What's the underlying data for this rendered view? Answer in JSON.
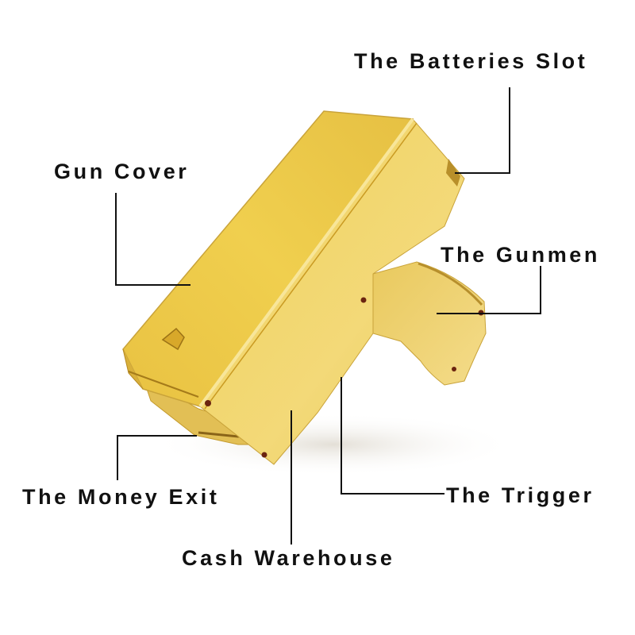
{
  "diagram": {
    "subject": "Gold money gun (cash spray gun)",
    "colors": {
      "background": "#ffffff",
      "gold_light": "#f3d56a",
      "gold_mid": "#e5be3c",
      "gold_dark": "#c99a22",
      "line": "#111111",
      "text": "#111111"
    },
    "labels": [
      {
        "id": "batteries-slot",
        "text": "The Batteries Slot"
      },
      {
        "id": "gun-cover",
        "text": "Gun Cover"
      },
      {
        "id": "gunmen",
        "text": "The Gunmen"
      },
      {
        "id": "money-exit",
        "text": "The Money Exit"
      },
      {
        "id": "trigger",
        "text": "The Trigger"
      },
      {
        "id": "cash-warehouse",
        "text": "Cash Warehouse"
      }
    ]
  }
}
